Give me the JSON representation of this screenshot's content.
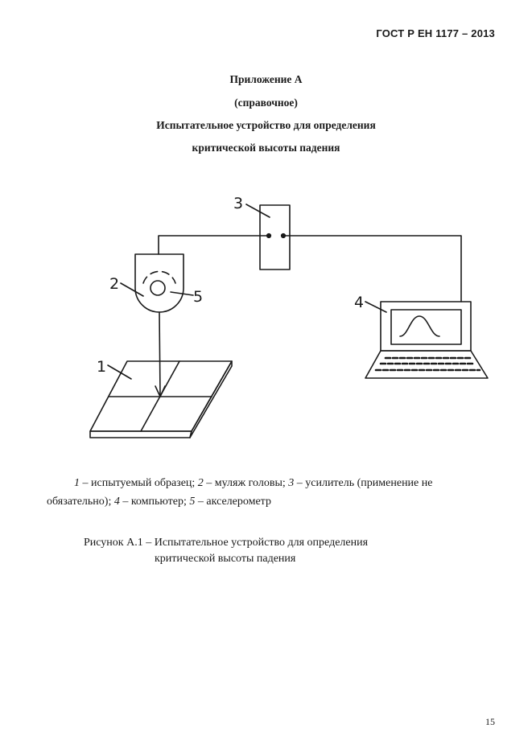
{
  "header": {
    "standard_code": "ГОСТ Р ЕН 1177 – 2013"
  },
  "annex": {
    "title": "Приложение А",
    "status": "(справочное)",
    "heading_line1": "Испытательное устройство для определения",
    "heading_line2": "критической высоты падения"
  },
  "figure": {
    "labels": {
      "n1": "1",
      "n2": "2",
      "n3": "3",
      "n4": "4",
      "n5": "5"
    }
  },
  "legend": {
    "items": [
      {
        "num": "1",
        "text": " – испытуемый образец; "
      },
      {
        "num": "2",
        "text": " – муляж головы; "
      },
      {
        "num": "3",
        "text": " – усилитель (применение не"
      },
      {
        "num": "",
        "text": "обязательно); "
      },
      {
        "num": "4",
        "text": " – компьютер; "
      },
      {
        "num": "5",
        "text": " – акселерометр"
      }
    ]
  },
  "caption": {
    "line1": "Рисунок А.1 – Испытательное устройство для определения",
    "line2": "критической высоты падения"
  },
  "page": {
    "number": "15"
  }
}
